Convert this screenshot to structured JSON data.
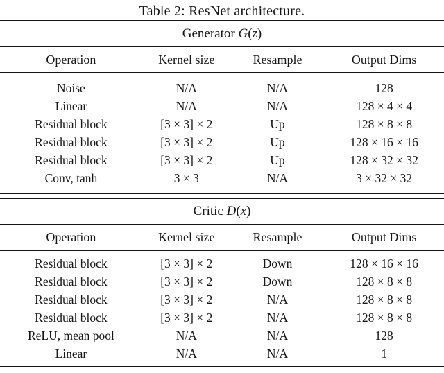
{
  "caption": "Table 2: ResNet architecture.",
  "sections": [
    {
      "title_text": "Generator ",
      "title_math": {
        "var": "G",
        "open": "(",
        "arg": "z",
        "close": ")"
      },
      "columns": [
        "Operation",
        "Kernel size",
        "Resample",
        "Output Dims"
      ],
      "rows": [
        [
          "Noise",
          "N/A",
          "N/A",
          "128"
        ],
        [
          "Linear",
          "N/A",
          "N/A",
          "128 × 4 × 4"
        ],
        [
          "Residual block",
          "[3 × 3] × 2",
          "Up",
          "128 × 8 × 8"
        ],
        [
          "Residual block",
          "[3 × 3] × 2",
          "Up",
          "128 × 16 × 16"
        ],
        [
          "Residual block",
          "[3 × 3] × 2",
          "Up",
          "128 × 32 × 32"
        ],
        [
          "Conv, tanh",
          "3 × 3",
          "N/A",
          "3 × 32 × 32"
        ]
      ]
    },
    {
      "title_text": "Critic ",
      "title_math": {
        "var": "D",
        "open": "(",
        "arg": "x",
        "close": ")"
      },
      "columns": [
        "Operation",
        "Kernel size",
        "Resample",
        "Output Dims"
      ],
      "rows": [
        [
          "Residual block",
          "[3 × 3] × 2",
          "Down",
          "128 × 16 × 16"
        ],
        [
          "Residual block",
          "[3 × 3] × 2",
          "Down",
          "128 × 8 × 8"
        ],
        [
          "Residual block",
          "[3 × 3] × 2",
          "N/A",
          "128 × 8 × 8"
        ],
        [
          "Residual block",
          "[3 × 3] × 2",
          "N/A",
          "128 × 8 × 8"
        ],
        [
          "ReLU, mean pool",
          "N/A",
          "N/A",
          "128"
        ],
        [
          "Linear",
          "N/A",
          "N/A",
          "1"
        ]
      ]
    }
  ]
}
